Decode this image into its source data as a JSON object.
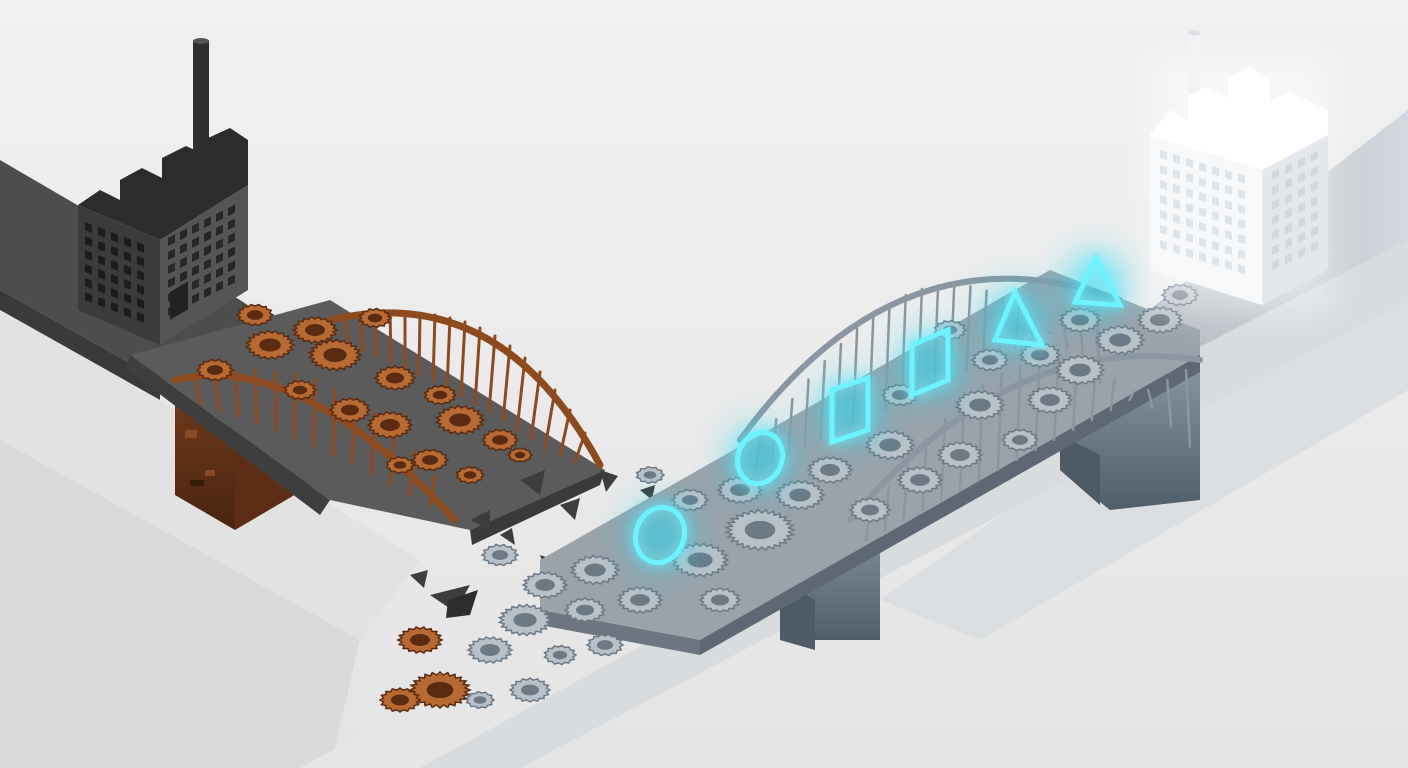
{
  "scene": {
    "subject": "old-to-new-bridge-transition",
    "elements": {
      "left_factory": {
        "icon": "dark-factory-icon"
      },
      "right_factory": {
        "icon": "white-factory-icon"
      },
      "old_bridge": {
        "icon": "rusty-broken-bridge"
      },
      "new_bridge": {
        "icon": "steel-bridge"
      },
      "glowing_shapes": [
        "ring",
        "ring",
        "square",
        "diamond",
        "triangle",
        "triangle"
      ]
    },
    "colors": {
      "background": "#eeeeee",
      "rust": "#9a4b1e",
      "rust_light": "#b86a34",
      "steel": "#b9c1c8",
      "steel_dark": "#5f6d7b",
      "glow": "#27dcf5",
      "factory_dark": "#3c3c3c",
      "factory_light": "#f4f6f8"
    }
  }
}
